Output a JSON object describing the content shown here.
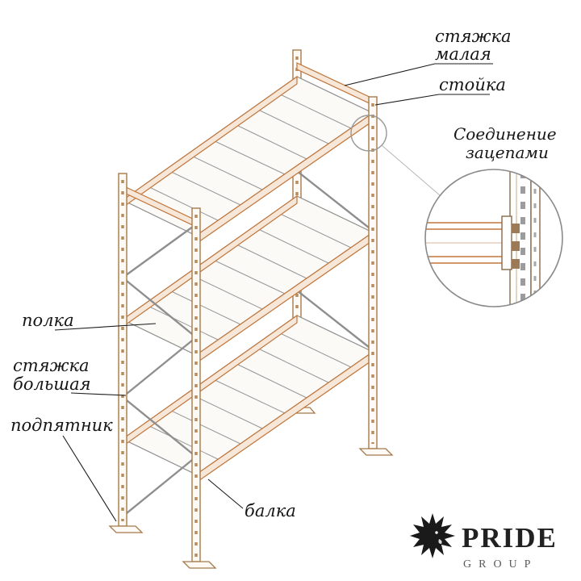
{
  "diagram": {
    "labels": {
      "tie_small_1": "стяжка",
      "tie_small_2": "малая",
      "upright": "стойка",
      "joint_1": "Соединение",
      "joint_2": "зацепами",
      "shelf": "полка",
      "tie_big_1": "стяжка",
      "tie_big_2": "большая",
      "foot": "подпятник",
      "beam": "балка"
    },
    "colors": {
      "frame_orange": "#c0763c",
      "structure_tan": "#a5794a",
      "detail_gray": "#8f8f8f",
      "text": "#161616"
    }
  },
  "logo": {
    "title": "PRIDE",
    "subtitle": "GROUP"
  }
}
